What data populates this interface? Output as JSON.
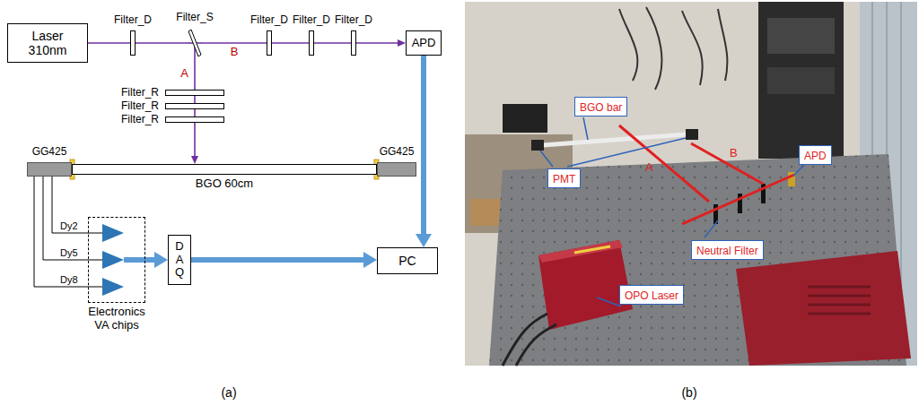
{
  "diagram": {
    "nodes": [
      {
        "text": [
          "Laser 310nm"
        ]
      },
      {
        "text": [
          "Filter_D"
        ]
      },
      {
        "text": [
          "Filter_S"
        ]
      },
      {
        "text": [
          "Filter_D"
        ]
      },
      {
        "text": [
          "Filter_D"
        ]
      },
      {
        "text": [
          "Filter_D"
        ]
      },
      {
        "text": [
          "APD"
        ]
      },
      {
        "text": [
          "Filter_R"
        ]
      },
      {
        "text": [
          "Filter_R"
        ]
      },
      {
        "text": [
          "Filter_R"
        ]
      },
      {
        "text": [
          "GG425"
        ]
      },
      {
        "text": [
          "BGO 60cm"
        ]
      },
      {
        "text": [
          "GG425"
        ]
      },
      {
        "text": [
          "Electronics VA chips"
        ]
      },
      {
        "text": [
          "D A Q"
        ]
      },
      {
        "text": [
          "PC"
        ]
      },
      {
        "text": [
          "BGO bar"
        ]
      },
      {
        "text": [
          "PMT"
        ]
      },
      {
        "text": [
          "APD"
        ]
      },
      {
        "text": [
          "Neutral Filter"
        ]
      },
      {
        "text": [
          "OPO Laser"
        ]
      }
    ],
    "edges": [
      {
        "from": 0,
        "to": 1,
        "arrow": "none"
      },
      {
        "from": 1,
        "to": 2,
        "arrow": "none"
      },
      {
        "from": 2,
        "to": 3,
        "label": "B",
        "arrow": "none"
      },
      {
        "from": 3,
        "to": 4,
        "arrow": "none"
      },
      {
        "from": 4,
        "to": 5,
        "arrow": "none"
      },
      {
        "from": 5,
        "to": 6,
        "arrow": "to"
      },
      {
        "from": 2,
        "to": 7,
        "label": "A",
        "arrow": "none"
      },
      {
        "from": 7,
        "to": 8,
        "arrow": "none"
      },
      {
        "from": 8,
        "to": 9,
        "arrow": "none"
      },
      {
        "from": 9,
        "to": 11,
        "arrow": "to"
      },
      {
        "from": 6,
        "to": 15,
        "arrow": "to"
      },
      {
        "from": 10,
        "to": 13,
        "label": "Dy2",
        "arrow": "none"
      },
      {
        "from": 10,
        "to": 13,
        "label": "Dy5",
        "arrow": "none"
      },
      {
        "from": 10,
        "to": 13,
        "label": "Dy8",
        "arrow": "none"
      },
      {
        "from": 13,
        "to": 14,
        "arrow": "to"
      },
      {
        "from": 14,
        "to": 15,
        "arrow": "to"
      }
    ],
    "labels": [
      "A",
      "B",
      "(a)",
      "(b)"
    ]
  }
}
